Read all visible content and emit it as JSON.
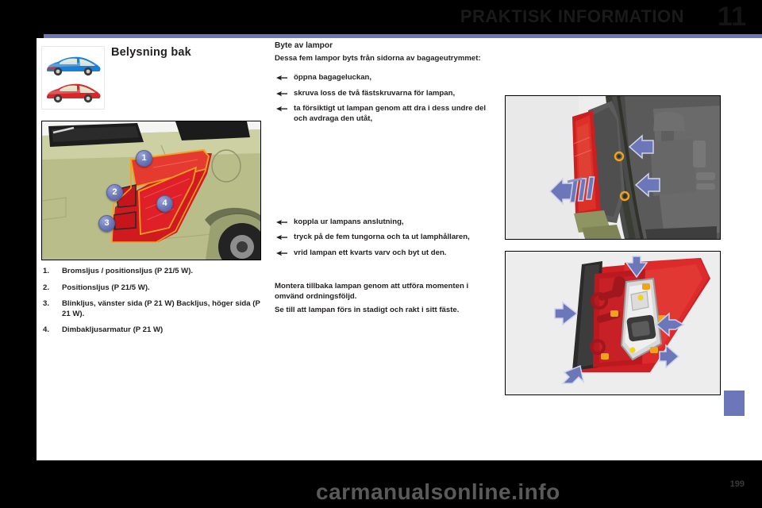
{
  "header": {
    "title": "PRAKTISK INFORMATION",
    "chapter": "11",
    "rule_color": "#6b77b8"
  },
  "section": {
    "title": "Belysning bak",
    "pictogram_alt": "two-cars-icon"
  },
  "left_column": {
    "lamp_list": [
      {
        "num": "1.",
        "text": "Bromsljus / positionsljus (P 21/5 W)."
      },
      {
        "num": "2.",
        "text": "Positionsljus (P 21/5 W)."
      },
      {
        "num": "3.",
        "text": "Blinkljus, vänster sida (P 21 W) Backljus, höger sida (P 21 W)."
      },
      {
        "num": "4.",
        "text": "Dimbakljusarmatur (P 21 W)"
      }
    ],
    "callouts": [
      "1",
      "2",
      "3",
      "4"
    ]
  },
  "middle_column": {
    "heading": "Byte av lampor",
    "lead": "Dessa fem lampor byts från sidorna av bagageutrymmet:",
    "bullets_top": [
      "öppna bagageluckan,",
      "skruva loss de två fästskruvarna för lampan,",
      "ta försiktigt ut lampan genom att dra i dess undre del och avdraga den utåt,"
    ],
    "bullets_bottom": [
      "koppla ur lampans anslutning,",
      "tryck på de fem tungorna och ta ut lamphållaren,",
      "vrid lampan ett kvarts varv och byt ut den."
    ],
    "notes": [
      "Montera tillbaka lampan genom att utföra momenten i omvänd ordningsföljd.",
      "Se till att lampan förs in stadigt och rakt i sitt fäste."
    ]
  },
  "figures": {
    "fig_rear_lamp_exterior": "rear-lamp-cluster-on-vehicle",
    "fig_boot_side_screws": "lamp-fixing-screws-in-boot",
    "fig_lamp_unit_tabs": "lamp-unit-holder-tabs"
  },
  "footer": {
    "watermark": "carmanualsonline.info",
    "page_number": "199"
  }
}
